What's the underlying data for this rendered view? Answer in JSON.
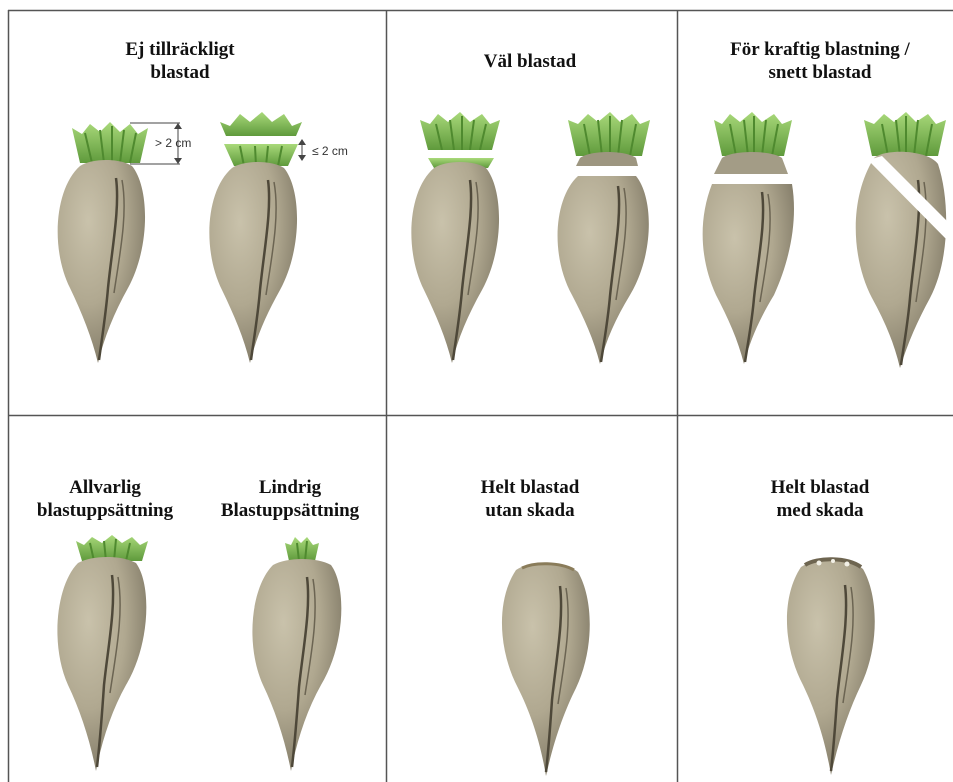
{
  "colors": {
    "beet_body": "#b5ad96",
    "beet_shadow": "#8c8571",
    "beet_dark": "#5a5444",
    "leaf": "#8cc45a",
    "leaf_dark": "#5f9a3c",
    "grid_line": "#555555"
  },
  "panels": [
    {
      "id": "insufficient",
      "title_lines": [
        "Ej tillräckligt",
        "blastad"
      ]
    },
    {
      "id": "well",
      "title_lines": [
        "Väl blastad"
      ]
    },
    {
      "id": "excessive",
      "title_lines": [
        "För kraftig blastning /",
        "snett blastad"
      ]
    },
    {
      "id": "tops-severe",
      "title_lines": [
        "Allvarlig",
        "blastuppsättning"
      ]
    },
    {
      "id": "tops-mild",
      "title_lines": [
        "Lindrig",
        "Blastuppsättning"
      ]
    },
    {
      "id": "fully-no-damage",
      "title_lines": [
        "Helt blastad",
        "utan skada"
      ]
    },
    {
      "id": "fully-damaged",
      "title_lines": [
        "Helt blastad",
        "med skada"
      ]
    }
  ],
  "measurements": {
    "greater": "> 2 cm",
    "less_equal": "≤ 2 cm"
  }
}
